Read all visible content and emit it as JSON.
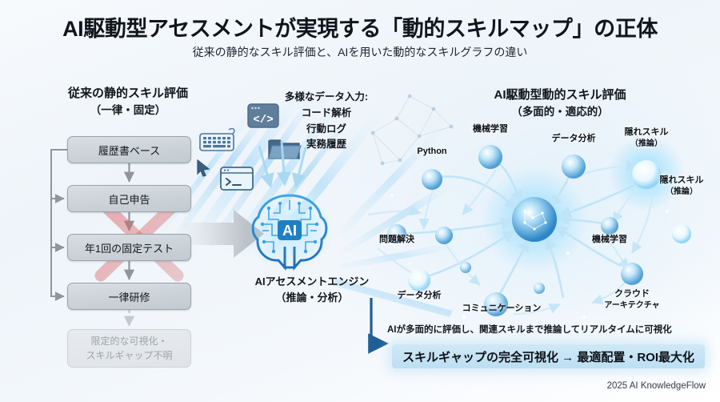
{
  "header": {
    "title": "AI駆動型アセスメントが実現する「動的スキルマップ」の正体",
    "subtitle": "従来の静的なスキル評価と、AIを用いた動的なスキルグラフの違い"
  },
  "left_panel": {
    "heading": "従来の静的スキル評価",
    "heading_sub": "（一律・固定）",
    "steps": [
      {
        "label": "履歴書ベース"
      },
      {
        "label": "自己申告"
      },
      {
        "label": "年1回の固定テスト"
      },
      {
        "label": "一律研修"
      }
    ],
    "outcome_line1": "限定的な可視化・",
    "outcome_line2": "スキルギャップ不明",
    "invalid_marker": "red-x-overlay"
  },
  "center_panel": {
    "inputs_note_line1": "多様なデータ入力:",
    "inputs_note_line2": "コード解析",
    "inputs_note_line3": "行動ログ",
    "inputs_note_line4": "実務履歴",
    "input_icons": [
      {
        "name": "keyboard-icon"
      },
      {
        "name": "cursor-pointer-icon"
      },
      {
        "name": "terminal-icon"
      },
      {
        "name": "code-window-icon"
      },
      {
        "name": "folder-icon"
      }
    ],
    "engine_badge": "AI",
    "engine_caption_line1": "AIアセスメントエンジン",
    "engine_caption_line2": "（推論・分析）"
  },
  "right_panel": {
    "heading": "AI駆動型動的スキル評価",
    "heading_sub": "（多面的・適応的）",
    "nodes": [
      {
        "label": "Python",
        "sub": ""
      },
      {
        "label": "データ分析",
        "sub": ""
      },
      {
        "label": "隠れスキル",
        "sub": "（推論）"
      },
      {
        "label": "機械学習",
        "sub": ""
      },
      {
        "label": "隠れスキル",
        "sub": "（推論）"
      },
      {
        "label": "問題解決",
        "sub": ""
      },
      {
        "label": "機械学習",
        "sub": ""
      },
      {
        "label": "データ分析",
        "sub": ""
      },
      {
        "label": "コミュニケーション",
        "sub": ""
      },
      {
        "label": "クラウド",
        "sub": "アーキテクチャ"
      }
    ]
  },
  "footer": {
    "caption": "AIが多面的に評価し、関連スキルまで推論してリアルタイムに可視化",
    "conclusion": "スキルギャップの完全可視化 → 最適配置・ROI最大化",
    "credit": "2025 AI KnowledgeFlow"
  },
  "colors": {
    "title_text": "#10151b",
    "box_fill": "#cbd2d8",
    "box_border": "#9aa3ab",
    "muted_text": "#9ba3ab",
    "accent_blue": "#1f5f96",
    "node_glow": "#49b6f0",
    "highlight_bar": "#bcdff2"
  }
}
